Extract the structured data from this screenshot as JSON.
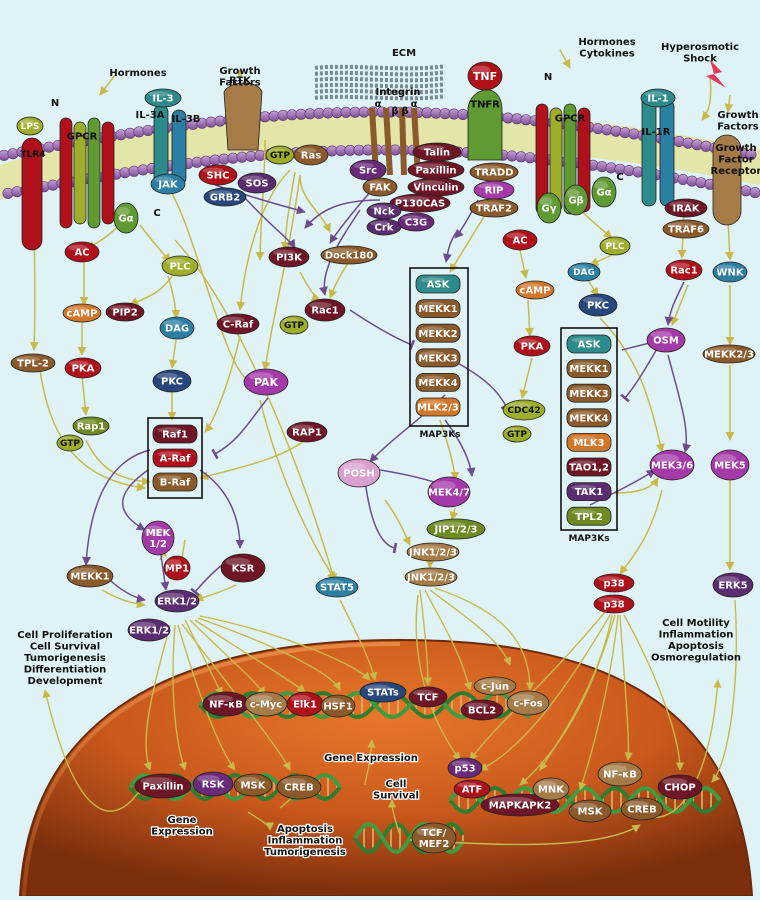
{
  "external": {
    "hormones_left": "Hormones",
    "growth_factors": [
      "Growth",
      "Factors"
    ],
    "ecm": "ECM",
    "integrin": "Integrin",
    "alpha": "α",
    "beta": "β",
    "hormones_cytokines": [
      "Hormones",
      "Cytokines"
    ],
    "hyperosmotic": [
      "Hyperosmotic",
      "Shock"
    ],
    "growth_factors_right": [
      "Growth",
      "Factors"
    ],
    "gf_receptor": [
      "Growth",
      "Factor",
      "Receptor"
    ],
    "n_left": "N",
    "c_left": "C",
    "n_right": "N",
    "c_right": "C"
  },
  "receptors": {
    "lps": "LPS",
    "tlr4": "TLR4",
    "gpcr_left": "GPCR",
    "il3": "IL-3",
    "il3a": "IL-3A",
    "il3b": "IL-3B",
    "rtk": "RTK",
    "tnf": "TNF",
    "tnfr": "TNFR",
    "gpcr_right": "GPCR",
    "il1": "IL-1",
    "il1r": "IL-1R"
  },
  "proteins": {
    "jak": "JAK",
    "ga_left": "Gα",
    "shc": "SHC",
    "sos": "SOS",
    "grb2": "GRB2",
    "gtp_ras": "GTP",
    "ras": "Ras",
    "src": "Src",
    "fak": "FAK",
    "talin": "Talin",
    "paxillin_top": "Paxillin",
    "vinculin": "Vinculin",
    "p130cas": "P130CAS",
    "nck": "Nck",
    "crk": "Crk",
    "c3g": "C3G",
    "tradd": "TRADD",
    "rip": "RIP",
    "traf2": "TRAF2",
    "gg": "Gγ",
    "gb": "Gβ",
    "ga_right": "Gα",
    "irak": "IRAK",
    "traf6": "TRAF6",
    "ac_left": "AC",
    "plc_left": "PLC",
    "pi3k": "PI3K",
    "dock180": "Dock180",
    "ac_right": "AC",
    "plc_right": "PLC",
    "dag_right": "DAG",
    "rac1_right": "Rac1",
    "wnk": "WNK",
    "camp_left": "cAMP",
    "pip2": "PIP2",
    "dag_left": "DAG",
    "craf": "C-Raf",
    "gtp_rac1": "GTP",
    "rac1_mid": "Rac1",
    "camp_right": "cAMP",
    "pkc_right": "PKC",
    "osm": "OSM",
    "mekk23": "MEKK2/3",
    "tpl2_left": "TPL-2",
    "pka_left": "PKA",
    "pkc_left": "PKC",
    "pak": "PAK",
    "pka_right": "PKA",
    "rap1": "Rap1",
    "gtp_rap1": "GTP",
    "rap1_upper": "RAP1",
    "cdc42": "CDC42",
    "gtp_cdc42": "GTP",
    "mek36": "MEK3/6",
    "mek5": "MEK5",
    "posh": "POSH",
    "mek47": "MEK4/7",
    "jip": "JIP1/2/3",
    "jnk_a": "JNK1/2/3",
    "jnk_b": "JNK1/2/3",
    "mek12": [
      "MEK",
      "1/2"
    ],
    "mp1": "MP1",
    "ksr": "KSR",
    "mekk1": "MEKK1",
    "erk12_a": "ERK1/2",
    "erk12_b": "ERK1/2",
    "stat5": "STAT5",
    "p38_a": "p38",
    "p38_b": "p38",
    "erk5": "ERK5"
  },
  "raf_box": [
    "Raf1",
    "A-Raf",
    "B-Raf"
  ],
  "map3k_left": {
    "items": [
      "ASK",
      "MEKK1",
      "MEKK2",
      "MEKK3",
      "MEKK4",
      "MLK2/3"
    ],
    "label": "MAP3Ks"
  },
  "map3k_right": {
    "items": [
      "ASK",
      "MEKK1",
      "MEKK3",
      "MEKK4",
      "MLK3",
      "TAO1,2",
      "TAK1",
      "TPL2"
    ],
    "label": "MAP3Ks"
  },
  "nucleus": {
    "nfkb_left": "NF-κB",
    "cmyc": "c-Myc",
    "elk1": "Elk1",
    "hsf1": "HSF1",
    "stats": "STATs",
    "tcf": "TCF",
    "cjun": "c-Jun",
    "bcl2": "BCL2",
    "cfos": "c-Fos",
    "p53": "p53",
    "atf": "ATF",
    "mapkapk2": "MAPKAPK2",
    "mnk": "MNK",
    "nfkb_right": "NF-κB",
    "chop": "CHOP",
    "msk_right": "MSK",
    "creb_right": "CREB",
    "paxillin": "Paxillin",
    "rsk": "RSK",
    "msk_left": "MSK",
    "creb_left": "CREB",
    "tcf_mef2": [
      "TCF/",
      "MEF2"
    ]
  },
  "outcomes": {
    "left": [
      "Cell Proliferation",
      "Cell Survival",
      "Tumorigenesis",
      "Differentiation",
      "Development"
    ],
    "right": [
      "Cell Motility",
      "Inflammation",
      "Apoptosis",
      "Osmoregulation"
    ],
    "gene_expression_mid": "Gene Expression",
    "gene_expression_low": [
      "Gene",
      "Expression"
    ],
    "cell_survival": [
      "Cell",
      "Survival"
    ],
    "apoptosis_block": [
      "Apoptosis",
      "Inflammation",
      "Tumorigenesis"
    ]
  },
  "colors": {
    "red": "#b0101a",
    "maroon": "#6e1526",
    "orange": "#d2772a",
    "brown": "#8b5a2b",
    "olive": "#6f8a22",
    "green": "#5f9a32",
    "blue": "#2b7fa3",
    "darkblue": "#26467c",
    "purple": "#6a2a7a",
    "magenta": "#a43aa8",
    "teal": "#2e8b8b",
    "yellowgreen": "#9eae2a",
    "pink": "#d9a0cf",
    "tan": "#a57b48",
    "plum": "#5b2c6f"
  }
}
